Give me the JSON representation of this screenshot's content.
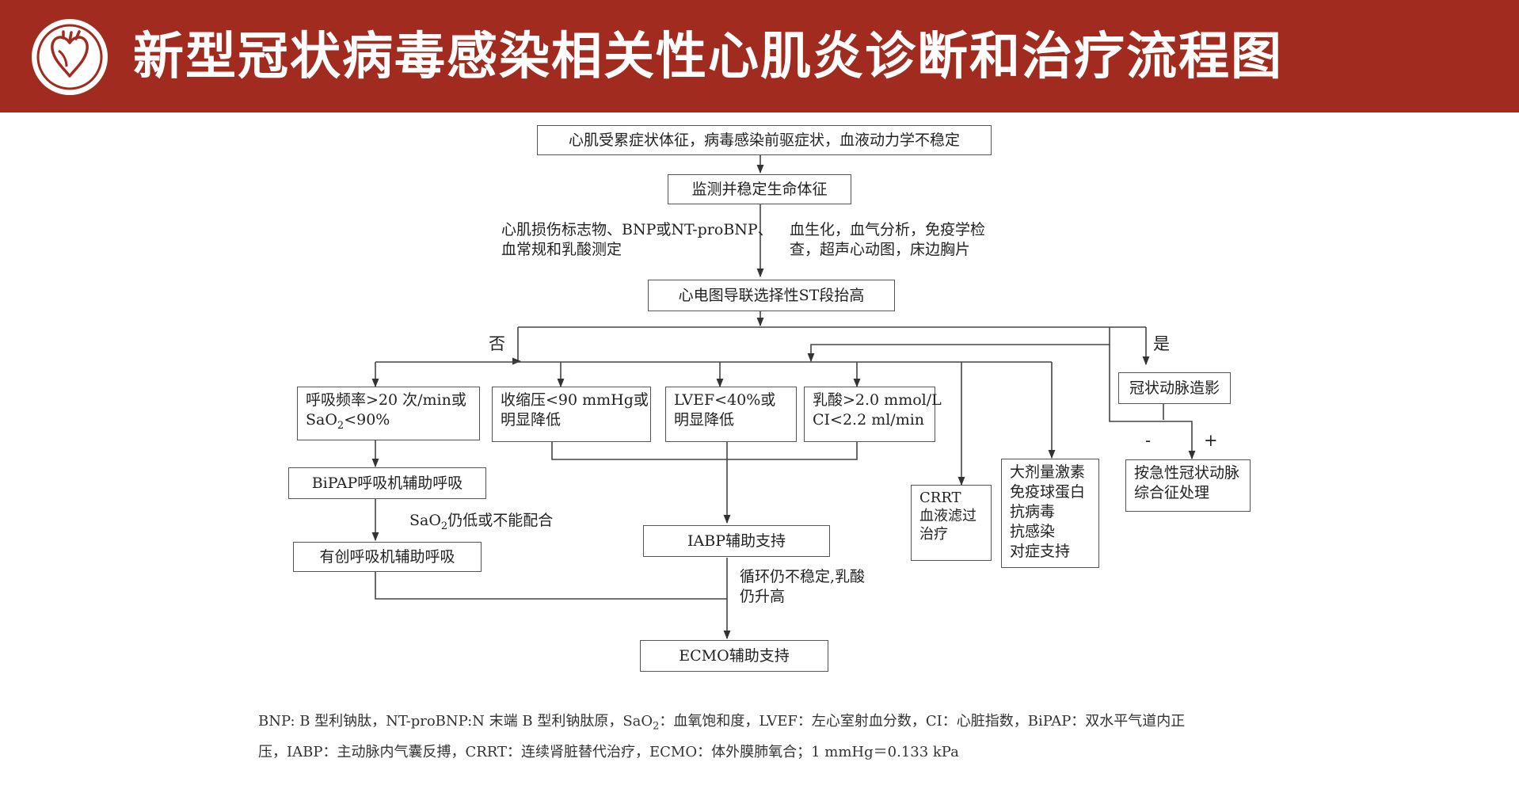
{
  "header": {
    "title": "新型冠状病毒感染相关性心肌炎诊断和治疗流程图",
    "logo_icon": "heart-icon",
    "colors": {
      "banner": "#a12b1f",
      "title_text": "#ffffff"
    }
  },
  "flowchart": {
    "start": "心肌受累症状体征，病毒感染前驱症状，血液动力学不稳定",
    "monitor": "监测并稳定生命体征",
    "tests_left": [
      "心肌损伤标志物、BNP或NT-proBNP、",
      "血常规和乳酸测定"
    ],
    "tests_right": [
      "血生化，血气分析，免疫学检",
      "查，超声心动图，床边胸片"
    ],
    "ecg": "心电图导联选择性ST段抬高",
    "branch_no": "否",
    "branch_yes": "是",
    "crit_resp": {
      "line1": "呼吸频率>20 次/min或",
      "line2_prefix": "SaO",
      "line2_sub": "2",
      "line2_suffix": "<90%"
    },
    "crit_bp": [
      "收缩压<90 mmHg或",
      "明显降低"
    ],
    "crit_lvef": [
      "LVEF<40%或",
      "明显降低"
    ],
    "crit_lactate": [
      "乳酸>2.0 mmol/L",
      "CI<2.2 ml/min"
    ],
    "bipap": "BiPAP呼吸机辅助呼吸",
    "sao2_note": {
      "prefix": "SaO",
      "sub": "2",
      "suffix": "仍低或不能配合"
    },
    "invasive": "有创呼吸机辅助呼吸",
    "iabp": "IABP辅助支持",
    "circ_note": [
      "循环仍不稳定,乳酸",
      "仍升高"
    ],
    "ecmo": "ECMO辅助支持",
    "crrt": [
      "CRRT",
      "血液滤过",
      "治疗"
    ],
    "drugs": [
      "大剂量激素",
      "免疫球蛋白",
      "抗病毒",
      "抗感染",
      "对症支持"
    ],
    "angio": "冠状动脉造影",
    "minus": "-",
    "plus": "+",
    "acs": [
      "按急性冠状动脉",
      "综合征处理"
    ]
  },
  "legend": {
    "line1_a": "BNP: B 型利钠肽，NT-proBNP:N 末端 B 型利钠肽原，SaO",
    "line1_sub": "2",
    "line1_b": "：血氧饱和度，LVEF：左心室射血分数，CI：心脏指数，BiPAP：双水平气道内正",
    "line2": "压，IABP：主动脉内气囊反搏，CRRT：连续肾脏替代治疗，ECMO：体外膜肺氧合；1 mmHg＝0.133 kPa"
  }
}
